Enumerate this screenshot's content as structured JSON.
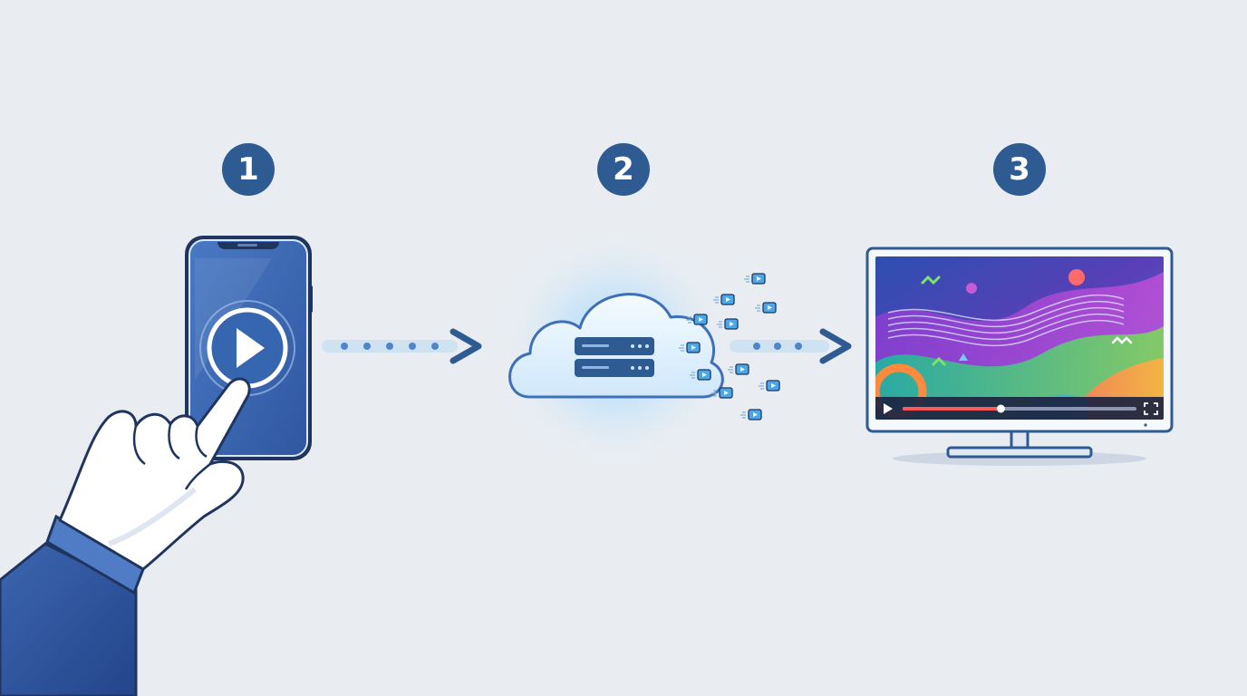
{
  "steps": [
    {
      "number": "1",
      "icon": "smartphone-play-icon"
    },
    {
      "number": "2",
      "icon": "cloud-server-icon"
    },
    {
      "number": "3",
      "icon": "tv-monitor-icon"
    }
  ],
  "icons": {
    "hand": "pointing-hand-icon",
    "play": "play-icon",
    "server": "server-rack-icon",
    "packets": "video-packet-icon",
    "arrow": "right-arrow-icon",
    "fullscreen": "fullscreen-icon"
  },
  "player": {
    "progress": 0.42
  },
  "colors": {
    "background": "#e9edf2",
    "badge": "#2f5b93",
    "accent_blue": "#3f6fb6",
    "dark_navy": "#1f3560",
    "glow": "#7cc6ff"
  }
}
